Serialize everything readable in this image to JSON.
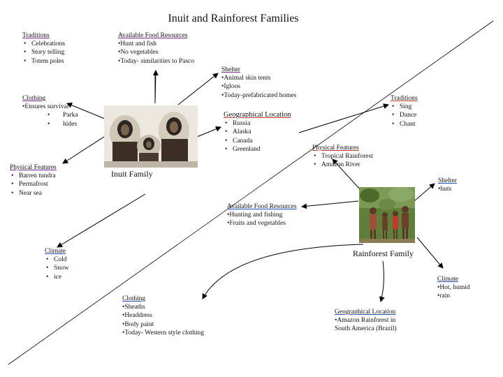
{
  "title": "Inuit and Rainforest Families",
  "inuit": {
    "center_label": "Inuit Family",
    "traditions": {
      "heading": "Traditions",
      "items": [
        "Celebrations",
        "Story telling",
        "Totem poles"
      ]
    },
    "food": {
      "heading": "Available Food Resources",
      "lines": [
        "•Hunt and fish",
        "•No vegetables",
        "•Today- similarities to Pasco"
      ]
    },
    "shelter": {
      "heading": "Shelter",
      "lines": [
        "•Animal skin tents",
        "•Igloos",
        "•Today-prefabricated homes"
      ]
    },
    "clothing": {
      "heading": "Clothing",
      "lines": [
        "•Ensures survival"
      ],
      "items": [
        "Parka",
        "hides"
      ]
    },
    "geo": {
      "heading": "Geographical Location",
      "items": [
        "Russia",
        "Alaska",
        "Canada",
        "Greenland"
      ]
    },
    "physical": {
      "heading": "Physical Features",
      "items": [
        "Barren tundra",
        "Permafrost",
        "Near sea"
      ]
    },
    "climate": {
      "heading": "Climate",
      "items": [
        "Cold",
        "Snow",
        "ice"
      ]
    }
  },
  "rainforest": {
    "center_label": "Rainforest Family",
    "traditions": {
      "heading": "Traditions",
      "items": [
        "Sing",
        "Dance",
        "Chant"
      ]
    },
    "physical": {
      "heading": "Physical Features",
      "items": [
        "Tropical Rainforest",
        "Amazon River"
      ]
    },
    "shelter": {
      "heading": "Shelter",
      "lines": [
        "•huts"
      ]
    },
    "food": {
      "heading": "Available Food Resources",
      "lines": [
        "•Hunting and fishing",
        "•Fruits and vegetables"
      ]
    },
    "climate": {
      "heading": "Climate",
      "lines": [
        "•Hot, humid",
        "•rain"
      ]
    },
    "clothing": {
      "heading": "Clothing",
      "lines": [
        "•Sheaths",
        "•Headdress",
        "•Body paint",
        "•Today- Western style clothing"
      ]
    },
    "geo": {
      "heading": "Geographical Location",
      "lines": [
        "•Amazon Rainforest in",
        "South America (Brazil)"
      ]
    }
  },
  "colors": {
    "purple": "#7a2a8a",
    "red": "#c0392b",
    "blue": "#2a4fbf",
    "line": "#000000"
  }
}
